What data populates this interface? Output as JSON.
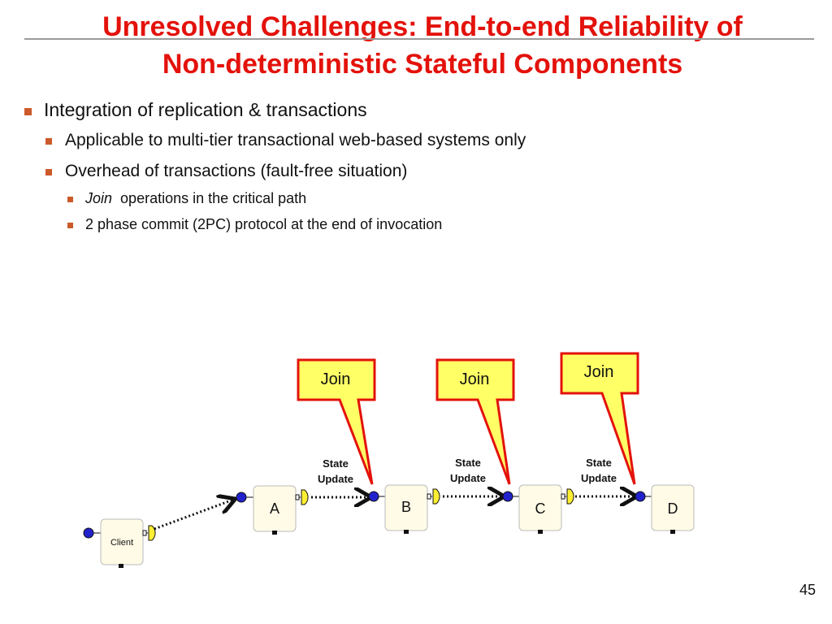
{
  "slide": {
    "title_line1": "Unresolved Challenges: End-to-end Reliability of",
    "title_line2": "Non-deterministic Stateful Components",
    "page_number": "45"
  },
  "bullets": [
    {
      "level": 1,
      "text": "Integration of replication & transactions"
    },
    {
      "level": 2,
      "text": "Applicable to multi-tier transactional web-based systems only"
    },
    {
      "level": 2,
      "text": "Overhead of transactions (fault-free situation)"
    },
    {
      "level": 3,
      "italic": "Join",
      "text": "operations in the critical path"
    },
    {
      "level": 3,
      "text": "2 phase commit (2PC) protocol at the end of invocation"
    }
  ],
  "diagram": {
    "callouts": [
      "Join",
      "Join",
      "Join"
    ],
    "state_update_line1": "State",
    "state_update_line2": "Update",
    "components": [
      "Client",
      "A",
      "B",
      "C",
      "D"
    ]
  },
  "colors": {
    "title": "#e3120b",
    "bullet_marker": "#cc5a2a",
    "callout_fill": "#ffff66",
    "callout_border": "#e3120b",
    "component_fill": "#fffbe6",
    "port_blue": "#2222cc",
    "port_yellow": "#ffee33"
  }
}
